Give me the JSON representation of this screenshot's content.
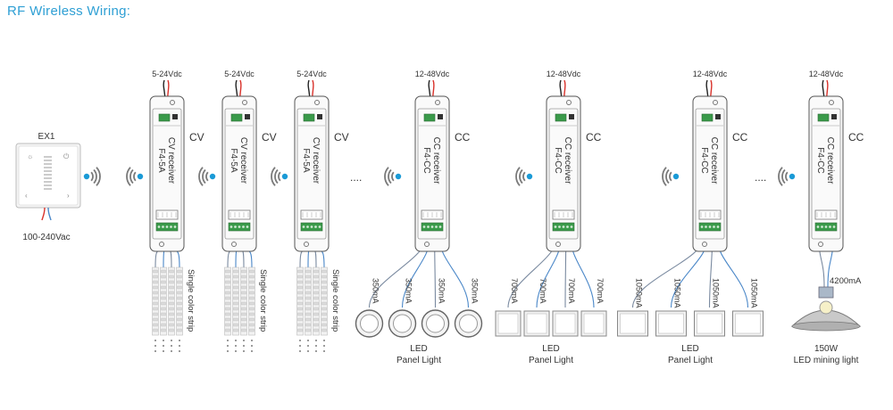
{
  "title": "RF Wireless Wiring:",
  "remote": {
    "label": "EX1",
    "power": "100-240Vac"
  },
  "dots": "....",
  "cv_units": [
    {
      "voltage": "5-24Vdc",
      "type": "CV",
      "receiver_line1": "CV receiver",
      "receiver_line2": "F4-5A",
      "strip_label": "Single color strip"
    },
    {
      "voltage": "5-24Vdc",
      "type": "CV",
      "receiver_line1": "CV receiver",
      "receiver_line2": "F4-5A",
      "strip_label": "Single color strip"
    },
    {
      "voltage": "5-24Vdc",
      "type": "CV",
      "receiver_line1": "CV receiver",
      "receiver_line2": "F4-5A",
      "strip_label": "Single color strip"
    }
  ],
  "cc_units": [
    {
      "voltage": "12-48Vdc",
      "type": "CC",
      "receiver_line1": "CC receiver",
      "receiver_line2": "F4-CC",
      "currents": [
        "350mA",
        "350mA",
        "350mA",
        "350mA"
      ],
      "load_line1": "LED",
      "load_line2": "Panel Light"
    },
    {
      "voltage": "12-48Vdc",
      "type": "CC",
      "receiver_line1": "CC receiver",
      "receiver_line2": "F4-CC",
      "currents": [
        "700mA",
        "700mA",
        "700mA",
        "700mA"
      ],
      "load_line1": "LED",
      "load_line2": "Panel Light"
    },
    {
      "voltage": "12-48Vdc",
      "type": "CC",
      "receiver_line1": "CC receiver",
      "receiver_line2": "F4-CC",
      "currents": [
        "1050mA",
        "1050mA",
        "1050mA",
        "1050mA"
      ],
      "load_line1": "LED",
      "load_line2": "Panel Light"
    },
    {
      "voltage": "12-48Vdc",
      "type": "CC",
      "receiver_line1": "CC receiver",
      "receiver_line2": "F4-CC",
      "currents": [
        "4200mA"
      ],
      "load_line1": "150W",
      "load_line2": "LED mining light"
    }
  ],
  "colors": {
    "title": "#2e9fd4",
    "signal": "#1a9ad6",
    "wire_red": "#d9322b",
    "wire_blue": "#4a87c8",
    "terminal_green": "#3a9a4a",
    "outline": "#555555"
  }
}
